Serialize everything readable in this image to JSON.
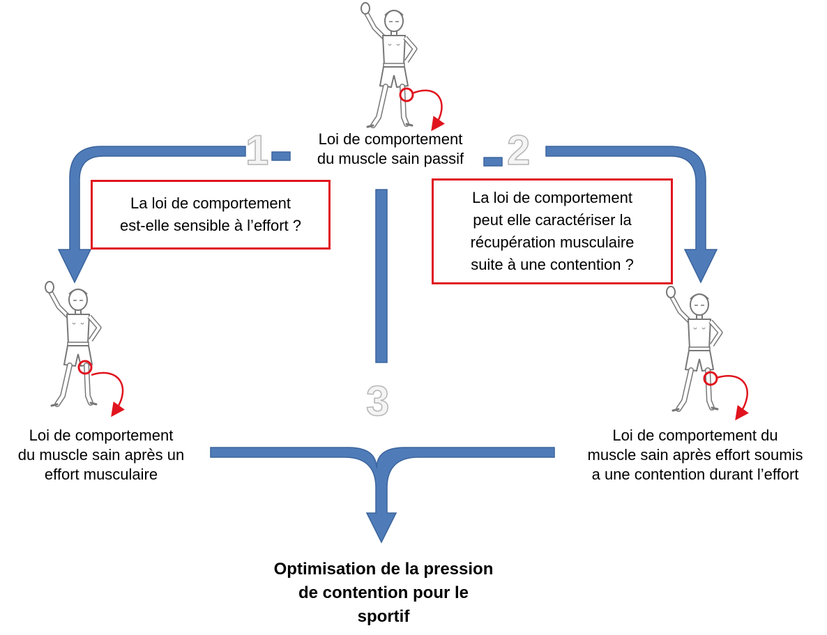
{
  "nodes": {
    "passive": "Loi de comportement\ndu muscle sain passif",
    "after_effort": "Loi de comportement\ndu muscle sain après un\neffort musculaire",
    "with_contention": "Loi de comportement  du\nmuscle sain après effort soumis\na une contention durant l’effort",
    "result": "Optimisation de la pression\nde contention pour le\nsportif"
  },
  "questions": {
    "q1": "La loi de comportement\nest-elle sensible à l’effort ?",
    "q2": "La loi de comportement\npeut elle caractériser la\nrécupération musculaire\nsuite à une contention ?"
  },
  "steps": {
    "s1": "1",
    "s2": "2",
    "s3": "3"
  },
  "colors": {
    "arrow": "#4f7cb8",
    "arrow_edge": "#3b649c",
    "marker": "#e0141e",
    "box_border": "#e0141e"
  },
  "figures": [
    {
      "name": "figure-top",
      "marker": "knee"
    },
    {
      "name": "figure-left",
      "marker": "thigh"
    },
    {
      "name": "figure-right",
      "marker": "knee"
    }
  ]
}
